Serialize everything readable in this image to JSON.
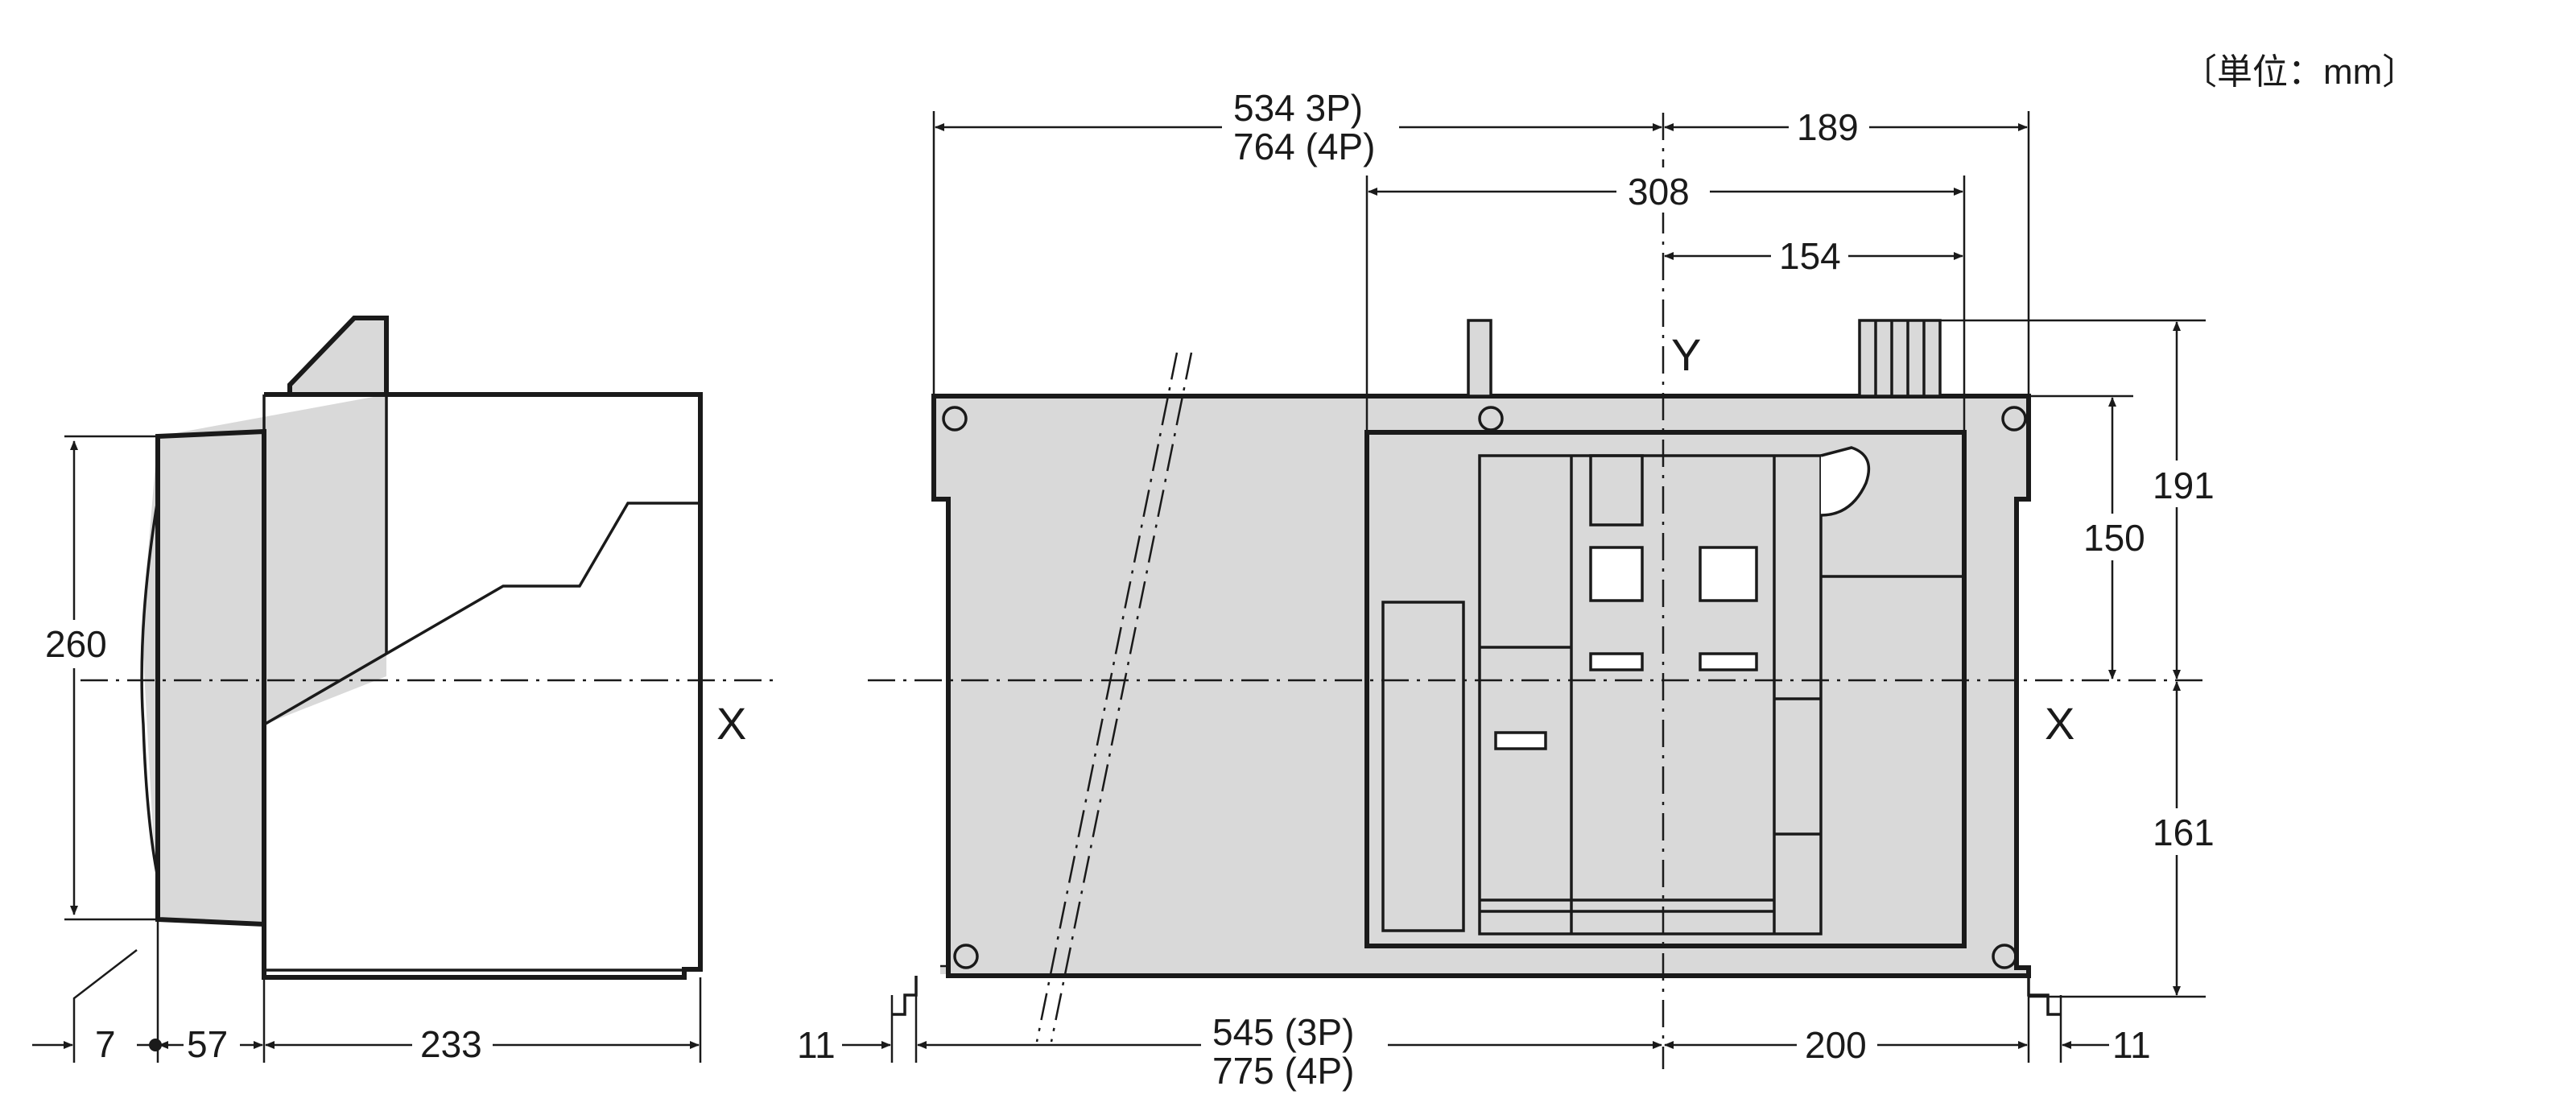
{
  "unit_label": "〔単位：mm〕",
  "axes": {
    "x": "X",
    "y": "Y"
  },
  "side_view": {
    "height": "260",
    "offset_front": "7",
    "depth_front": "57",
    "depth_body": "233"
  },
  "front_view": {
    "width_top_3p": "534 3P)",
    "width_top_4p": "764 (4P)",
    "right_to_y": "189",
    "panel_width": "308",
    "y_to_panel_right": "154",
    "height_total": "191",
    "height_upper": "150",
    "height_lower": "161",
    "flange_left": "11",
    "flange_right": "11",
    "width_bottom_3p": "545 (3P)",
    "width_bottom_4p": "775 (4P)",
    "y_to_flange_right": "200"
  }
}
